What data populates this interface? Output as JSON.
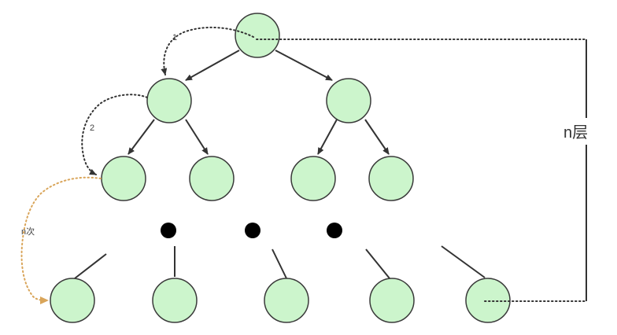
{
  "diagram": {
    "step_labels": {
      "step1": "1",
      "step2": "2",
      "step_n": "n次"
    },
    "depth_label": "n层",
    "colors": {
      "node_fill": "#ccf5cc",
      "node_stroke": "#3a3a3a",
      "edge": "#333333",
      "orange_trace": "#d9a55a",
      "ellipsis_dot": "#000000"
    }
  }
}
